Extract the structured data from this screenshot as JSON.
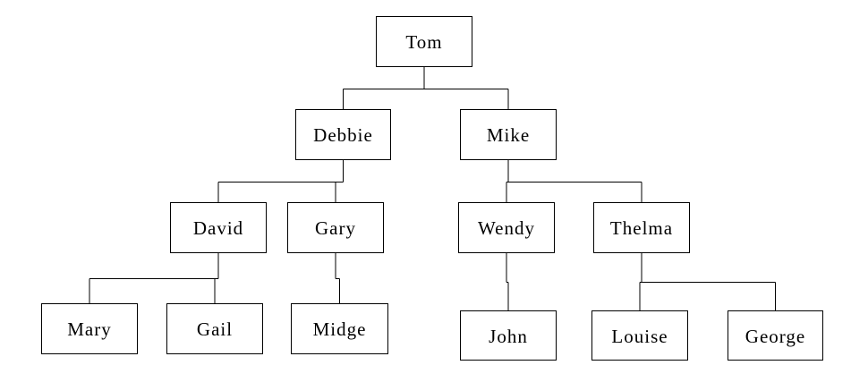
{
  "diagram": {
    "nodes": [
      {
        "id": "tom",
        "label": "Tom"
      },
      {
        "id": "debbie",
        "label": "Debbie"
      },
      {
        "id": "mike",
        "label": "Mike"
      },
      {
        "id": "david",
        "label": "David"
      },
      {
        "id": "gary",
        "label": "Gary"
      },
      {
        "id": "wendy",
        "label": "Wendy"
      },
      {
        "id": "thelma",
        "label": "Thelma"
      },
      {
        "id": "mary",
        "label": "Mary"
      },
      {
        "id": "gail",
        "label": "Gail"
      },
      {
        "id": "midge",
        "label": "Midge"
      },
      {
        "id": "john",
        "label": "John"
      },
      {
        "id": "louise",
        "label": "Louise"
      },
      {
        "id": "george",
        "label": "George"
      }
    ],
    "edges": [
      {
        "from": "tom",
        "to": "debbie"
      },
      {
        "from": "tom",
        "to": "mike"
      },
      {
        "from": "debbie",
        "to": "david"
      },
      {
        "from": "debbie",
        "to": "gary"
      },
      {
        "from": "mike",
        "to": "wendy"
      },
      {
        "from": "mike",
        "to": "thelma"
      },
      {
        "from": "david",
        "to": "mary"
      },
      {
        "from": "david",
        "to": "gail"
      },
      {
        "from": "gary",
        "to": "midge"
      },
      {
        "from": "wendy",
        "to": "john"
      },
      {
        "from": "thelma",
        "to": "louise"
      },
      {
        "from": "thelma",
        "to": "george"
      }
    ]
  }
}
